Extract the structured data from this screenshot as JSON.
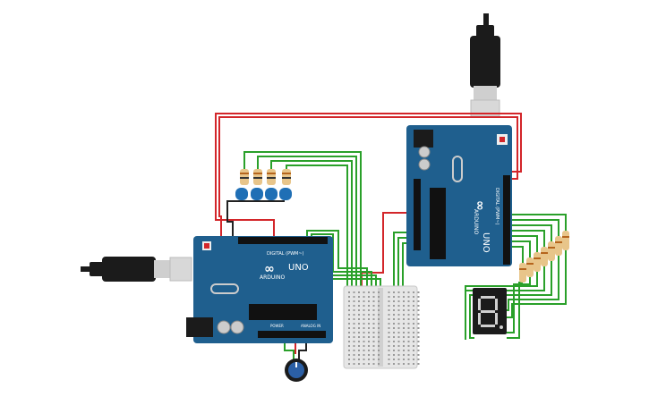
{
  "boards": {
    "left": {
      "brand": "ARDUINO",
      "model": "UNO",
      "header_digital": "DIGITAL (PWM~)",
      "header_power": "POWER",
      "header_analog": "ANALOG IN"
    },
    "right": {
      "brand": "ARDUINO",
      "model": "UNO",
      "header_digital": "DIGITAL (PWM~)"
    }
  },
  "colors": {
    "board": "#1f5f8e",
    "board_dark": "#174a70",
    "wire_red": "#d3262a",
    "wire_green": "#2aa02a",
    "wire_black": "#222222",
    "led": "#1f6fb5",
    "display_segment": "#d0d0d0",
    "breadboard": "#e6e6e6",
    "knob": "#2b5fa5"
  },
  "icons": {
    "usb_left": "usb-plug-icon",
    "usb_top": "usb-plug-icon",
    "logo": "infinity-logo-icon"
  }
}
